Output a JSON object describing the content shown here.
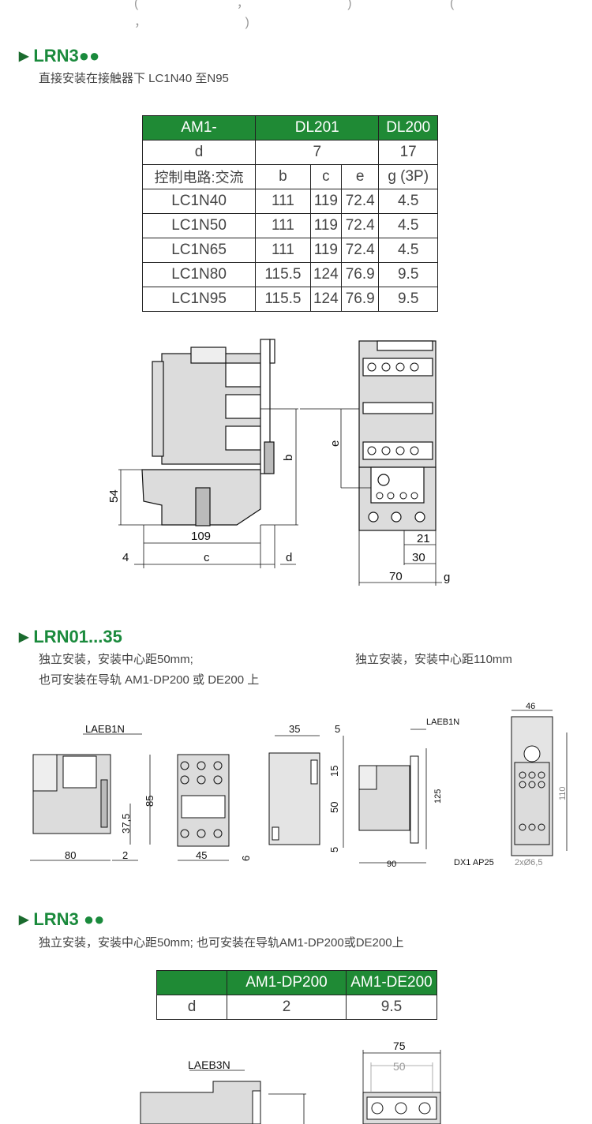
{
  "top_fragment": "( ， ) ( ， )",
  "section1": {
    "arrow": "▶",
    "title": "LRN3●●",
    "subtitle": "直接安装在接触器下 LC1N40 至N95",
    "table": {
      "header": [
        "AM1-",
        "DL201",
        "DL200"
      ],
      "d_row": [
        "d",
        "7",
        "17"
      ],
      "sub_header": [
        "控制电路:交流",
        "b",
        "c",
        "e",
        "g (3P)"
      ],
      "rows": [
        [
          "LC1N40",
          "111",
          "119",
          "72.4",
          "4.5"
        ],
        [
          "LC1N50",
          "111",
          "119",
          "72.4",
          "4.5"
        ],
        [
          "LC1N65",
          "111",
          "119",
          "72.4",
          "4.5"
        ],
        [
          "LC1N80",
          "115.5",
          "124",
          "76.9",
          "9.5"
        ],
        [
          "LC1N95",
          "115.5",
          "124",
          "76.9",
          "9.5"
        ]
      ]
    },
    "drawing_labels": {
      "dim_54": "54",
      "dim_109": "109",
      "dim_4": "4",
      "dim_c": "c",
      "dim_d": "d",
      "dim_b": "b",
      "dim_e": "e",
      "dim_21": "21",
      "dim_30": "30",
      "dim_70": "70",
      "dim_g": "g"
    }
  },
  "section2": {
    "arrow": "▶",
    "title": "LRN01...35",
    "subtitle_left_1": "独立安装，安装中心距50mm;",
    "subtitle_left_2": "也可安装在导轨 AM1-DP200 或 DE200 上",
    "subtitle_right": "独立安装，安装中心距110mm",
    "drawing_labels": {
      "laeb1n_a": "LAEB1N",
      "d85": "85",
      "d37_5": "37,5",
      "d80": "80",
      "d2": "2",
      "d45": "45",
      "d35": "35",
      "d5a": "5",
      "d15": "15",
      "d50": "50",
      "d5b": "5",
      "d6": "6",
      "laeb1n_b": "LAEB1N",
      "d125": "125",
      "d90": "90",
      "d46": "46",
      "d110": "110",
      "dx1": "DX1 AP25",
      "hole": "2xØ6,5"
    }
  },
  "section3": {
    "arrow": "▶",
    "title": "LRN3 ●●",
    "subtitle": "独立安装，安装中心距50mm; 也可安装在导轨AM1-DP200或DE200上",
    "table": {
      "header": [
        "",
        "AM1-DP200",
        "AM1-DE200"
      ],
      "row": [
        "d",
        "2",
        "9.5"
      ]
    },
    "drawing_labels": {
      "laeb3n": "LAEB3N",
      "d75": "75",
      "d50": "50"
    }
  }
}
